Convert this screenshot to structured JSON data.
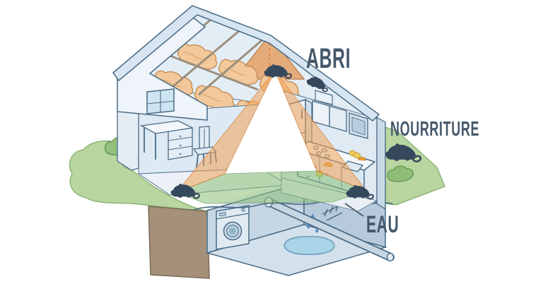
{
  "diagram": {
    "kind": "pest-control-infographic",
    "labels": {
      "shelter": "ABRI",
      "food": "NOURRITURE",
      "water": "EAU"
    },
    "rat_count": 5,
    "scene_elements": [
      "rat-icon",
      "house-cutaway",
      "attic-insulation",
      "roof-rafters",
      "bedroom-desk",
      "bedroom-chair",
      "kitchen-fridge",
      "kitchen-cabinets",
      "stove",
      "sink",
      "food-scraps",
      "basement",
      "washing-machine",
      "leaking-pipe",
      "water-drips",
      "water-puddle",
      "wall-cracks",
      "lawn",
      "bush",
      "soil-cross-section",
      "triangle-overlay"
    ],
    "colors": {
      "label_text": "#45586b",
      "outline": "#4a6b85",
      "triangle_orange": "#f1a255",
      "triangle_base_green": "#8dbf77",
      "lawn": "#b9d6a1",
      "insulation": "#f3c99b",
      "gable_orange": "#e5ac7b",
      "water": "#a9d3e6",
      "soil": "#a5917a",
      "rat_silhouette": "#36495c"
    }
  }
}
